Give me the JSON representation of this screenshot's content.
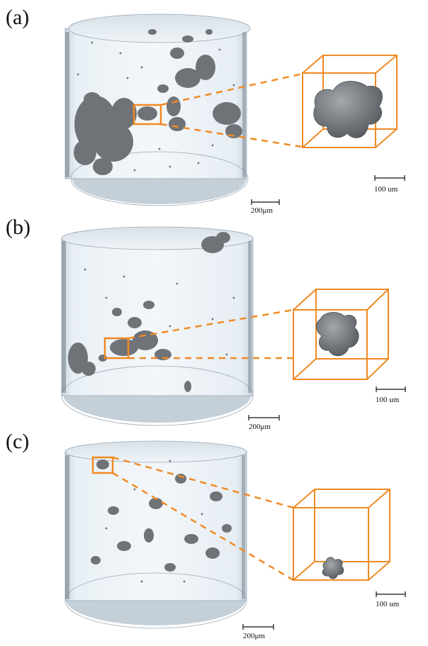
{
  "panels": [
    {
      "label": "(a)",
      "cylinder_scale": "200μm",
      "zoom_scale": "100 um",
      "pore_density": "high",
      "pore_size_in_zoom": "large"
    },
    {
      "label": "(b)",
      "cylinder_scale": "200μm",
      "zoom_scale": "100 um",
      "pore_density": "medium",
      "pore_size_in_zoom": "medium"
    },
    {
      "label": "(c)",
      "cylinder_scale": "200μm",
      "zoom_scale": "100 um",
      "pore_density": "low",
      "pore_size_in_zoom": "small"
    }
  ],
  "colors": {
    "highlight": "#f08a24",
    "cylinder_fill": "#e7eef4",
    "cylinder_edge": "#9aa9b6",
    "pore": "#6f7378"
  }
}
